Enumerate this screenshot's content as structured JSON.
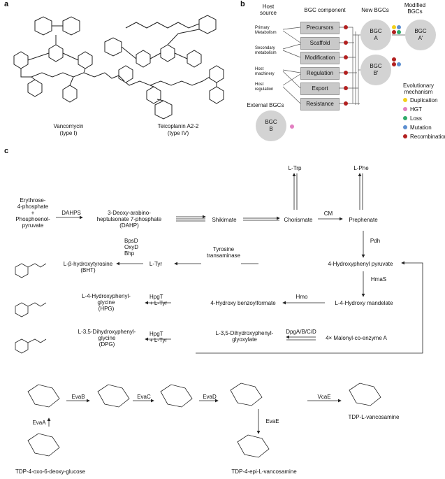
{
  "panels": {
    "a": "a",
    "b": "b",
    "c": "c"
  },
  "panel_a": {
    "vanco_name": "Vancomycin",
    "vanco_type": "(type I)",
    "teico_name": "Teicoplanin A2-2",
    "teico_type": "(type IV)"
  },
  "panel_b": {
    "headers": {
      "host_source": "Host source",
      "bgc_component": "BGC component",
      "new_bgcs": "New BGCs",
      "modified_bgcs": "Modified BGCs"
    },
    "host_sources": [
      "Primary Metabolism",
      "Secondary metabolism",
      "Host machinery",
      "Host regulation"
    ],
    "components": [
      "Precursors",
      "Scaffold",
      "Modification",
      "Regulation",
      "Export",
      "Resistance"
    ],
    "bgc_a": "BGC A",
    "bgc_b": "BGC B′",
    "bgc_a_mod": "BGC A′",
    "external_label": "External BGCs",
    "external_bgc": "BGC B",
    "legend_title": "Evolutionary mechanism",
    "legend": [
      {
        "label": "Duplication",
        "color": "#f2d01c"
      },
      {
        "label": "HGT",
        "color": "#e27fc1"
      },
      {
        "label": "Loss",
        "color": "#2faa6a"
      },
      {
        "label": "Mutation",
        "color": "#5d8fd0"
      },
      {
        "label": "Recombination",
        "color": "#b22020"
      }
    ]
  },
  "panel_c": {
    "erythrose": "Erythrose-\n4-phosphate\n+\nPhosphoenol-\npyruvate",
    "dahps": "DAHPS",
    "dahp": "3-Deoxy-arabino-\nheptulsonate 7-phosphate\n(DAHP)",
    "shikimate": "Shikimate",
    "chorismate": "Chorismate",
    "cm": "CM",
    "prephenate": "Prephenate",
    "ltrp": "L-Trp",
    "lphe": "L-Phe",
    "pdh": "Pdh",
    "hpp": "4-Hydroxyphenyl pyruvate",
    "hmas": "HmaS",
    "mandelate": "L-4-Hydroxy mandelate",
    "hmo": "Hmo",
    "benzoylformate": "4-Hydroxy benzoylformate",
    "tyr_trans": "Tyrosine\ntransaminase",
    "ltyr": "L-Tyr",
    "bpsd": "BpsD\nOxyD\nBhp",
    "bht": "L-β-hydroxytyrosine\n(BHT)",
    "hpgt1": "HpgT\n+ L-Tyr",
    "hpg": "L-4-Hydroxyphenyl-\nglycine\n(HPG)",
    "hpgt2": "HpgT\n+ L-Tyr",
    "dpg": "L-3,5-Dihydroxyphenyl-\nglycine\n(DPG)",
    "dpgabcd": "DpgA/B/C/D",
    "glyoxylate": "L-3,5-Dihydroxyphenyl-\nglyoxylate",
    "malonyl": "4× Malonyl-co-enzyme A",
    "sugars": {
      "evab": "EvaB",
      "evac": "EvaC",
      "evad": "EvaD",
      "vcae": "VcaE",
      "evaa": "EvaA",
      "evae": "EvaE",
      "tdp_vanc": "TDP-L-vancosamine",
      "tdp_oxo": "TDP-4-oxo-6-deoxy-glucose",
      "tdp_epi": "TDP-4-epi-L-vancosamine"
    }
  }
}
